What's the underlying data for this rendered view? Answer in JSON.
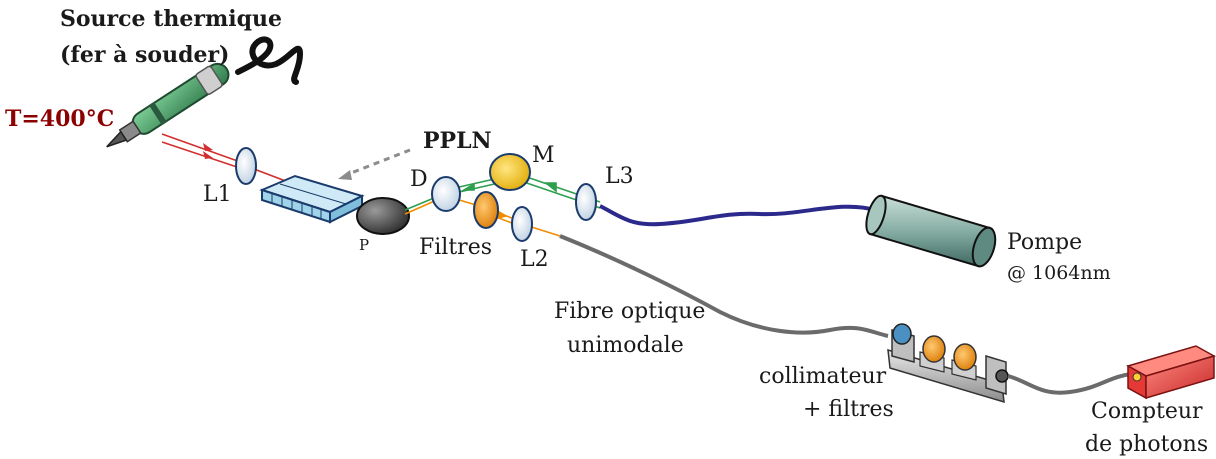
{
  "labels": {
    "source_line1": "Source thermique",
    "source_line2": "(fer à souder)",
    "temperature": "T=400°C",
    "ppln": "PPLN",
    "l1": "L1",
    "l2": "L2",
    "l3": "L3",
    "m": "M",
    "d": "D",
    "p": "P",
    "filtres": "Filtres",
    "pompe_line1": "Pompe",
    "pompe_line2": "@ 1064nm",
    "fibre_line1": "Fibre optique",
    "fibre_line2": "unimodale",
    "collimateur_line1": "collimateur",
    "collimateur_line2": "+ filtres",
    "compteur_line1": "Compteur",
    "compteur_line2": "de photons"
  },
  "colors": {
    "temperature_text": "#8b0000",
    "heat_beam": "#d32f2f",
    "pump_beam": "#2e9e4f",
    "signal_beam": "#f08c00",
    "pump_fiber": "#2b2a8c",
    "single_mode_fiber": "#6b6b6b",
    "lens": "#dfe8f2",
    "mirror": "#f2c230",
    "filter": "#f0a030",
    "crystal": "#9fd3ea",
    "soldering_iron": "#3e9a62",
    "photon_counter": "#e53935"
  },
  "icons": {
    "source": "soldering-iron-icon",
    "pump": "laser-cylinder-icon",
    "counter": "photon-counter-icon"
  }
}
